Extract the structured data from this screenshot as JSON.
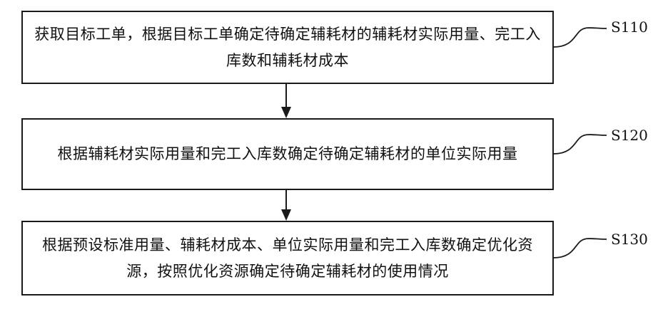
{
  "steps": [
    {
      "id": "S110",
      "text": "获取目标工单，根据目标工单确定待确定辅耗材的辅耗材实际用量、完工入库数和辅耗材成本"
    },
    {
      "id": "S120",
      "text": "根据辅耗材实际用量和完工入库数确定待确定辅耗材的单位实际用量"
    },
    {
      "id": "S130",
      "text": "根据预设标准用量、辅耗材成本、单位实际用量和完工入库数确定优化资源，按照优化资源确定待确定辅耗材的使用情况"
    }
  ]
}
